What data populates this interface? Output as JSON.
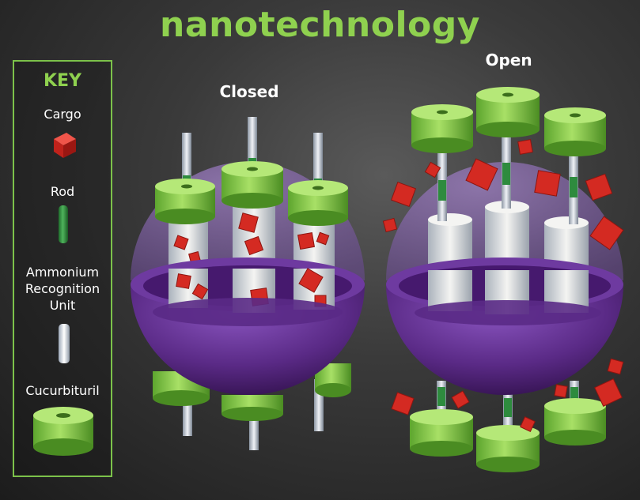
{
  "title": "nanotechnology",
  "key": {
    "heading": "KEY",
    "items": [
      {
        "label": "Cargo",
        "icon": "cargo-cube-icon"
      },
      {
        "label": "Rod",
        "icon": "rod-icon"
      },
      {
        "label": "Ammonium Recognition Unit",
        "icon": "ammonium-unit-icon"
      },
      {
        "label": "Cucurbituril",
        "icon": "cucurbituril-ring-icon"
      }
    ]
  },
  "panels": {
    "closed": {
      "label": "Closed"
    },
    "open": {
      "label": "Open"
    }
  },
  "colors": {
    "title": "#8fd14f",
    "cargo": "#d42a22",
    "rod": "#2e8b3e",
    "cucurbituril": "#9ad657",
    "sphere": "#5a2a86"
  }
}
